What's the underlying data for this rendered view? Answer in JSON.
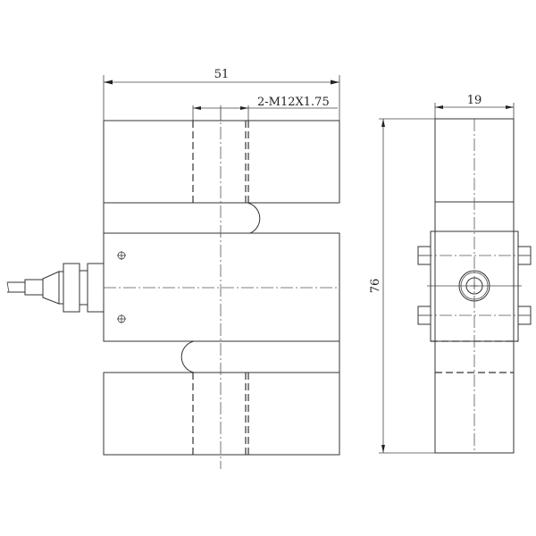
{
  "drawing": {
    "title": "S-type load cell dimension drawing",
    "colors": {
      "line": "#333333",
      "background": "#ffffff"
    },
    "front_view": {
      "width_dimension": "51",
      "thread_callout": "2-M12X1.75"
    },
    "side_view": {
      "width_dimension": "19",
      "height_dimension": "76"
    }
  }
}
